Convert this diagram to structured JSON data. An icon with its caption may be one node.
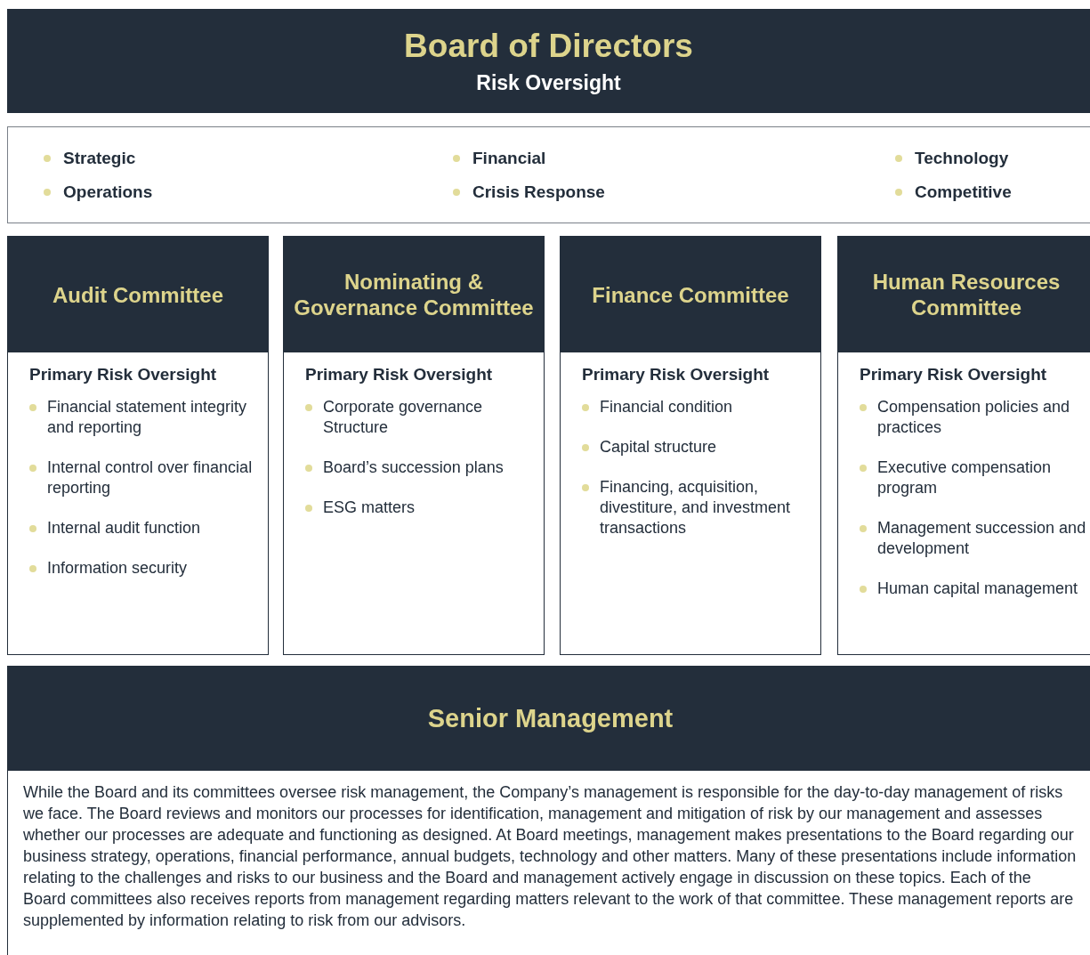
{
  "diagram": {
    "nodes": [
      {
        "text": [
          "Board of Directors",
          "Risk Oversight"
        ]
      },
      {
        "text": [
          "Strategic",
          "Financial",
          "Technology",
          "Operations",
          "Crisis Response",
          "Competitive"
        ]
      },
      {
        "text": [
          "Audit Committee",
          "Primary Risk Oversight",
          "Financial statement integrity and reporting",
          "Internal control over financial reporting",
          "Internal audit function",
          "Information security"
        ]
      },
      {
        "text": [
          "Nominating & Governance Committee",
          "Primary Risk Oversight",
          "Corporate governance Structure",
          "Board’s succession plans",
          "ESG matters"
        ]
      },
      {
        "text": [
          "Finance Committee",
          "Primary Risk Oversight",
          "Financial condition",
          "Capital structure",
          "Financing, acquisition, divestiture, and investment transactions"
        ]
      },
      {
        "text": [
          "Human Resources Committee",
          "Primary Risk Oversight",
          "Compensation policies and practices",
          "Executive compensation program",
          "Management succession and development",
          "Human capital management"
        ]
      },
      {
        "text": [
          "Senior Management",
          "While the Board and its committees oversee risk management, the Company’s management is responsible for the day-to-day management of risks we face. The Board reviews and monitors our processes for identification, management and mitigation of risk by our management and assesses whether our processes are adequate and functioning as designed. At Board meetings, management makes presentations to the Board regarding our business strategy, operations, financial performance, annual budgets, technology and other matters. Many of these presentations include information relating to the challenges and risks to our business and the Board and management actively engage in discussion on these topics. Each of the Board committees also receives reports from management regarding matters relevant to the work of that committee. These management reports are supplemented by information relating to risk from our advisors."
        ]
      }
    ]
  }
}
